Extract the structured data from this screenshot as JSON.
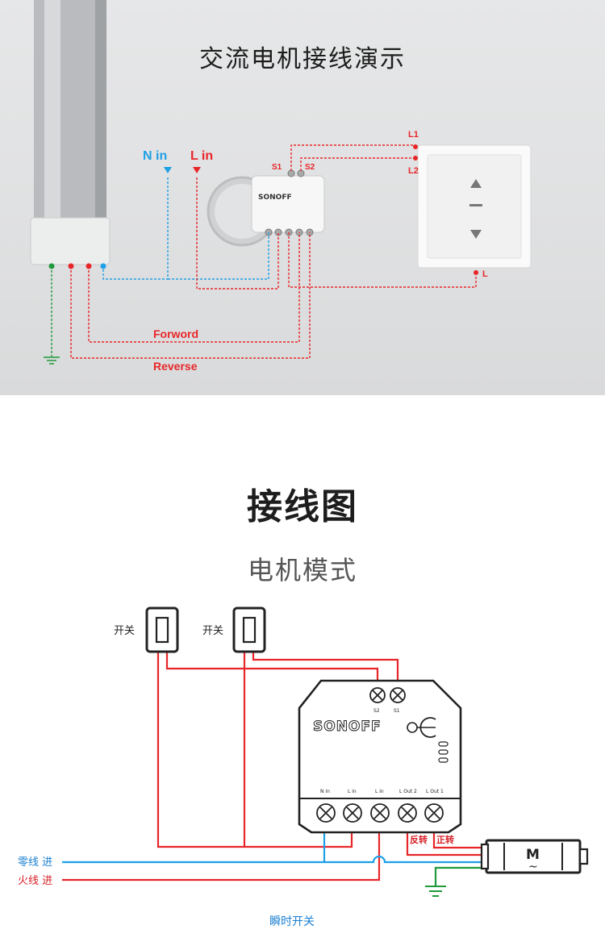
{
  "photo": {
    "title": "交流电机接线演示",
    "labels": {
      "n_in": "N in",
      "l_in": "L in",
      "s1": "S1",
      "s2": "S2",
      "l1": "L1",
      "l2": "L2",
      "l": "L",
      "forward": "Forword",
      "reverse": "Reverse"
    }
  },
  "diagram": {
    "title": "接线图",
    "subtitle": "电机模式",
    "switch1_label": "开关",
    "switch2_label": "开关",
    "brand": "SONOFF",
    "terminals_top": [
      "S2",
      "S1"
    ],
    "terminals_bottom": [
      "N in",
      "L in",
      "L in",
      "L Out 2",
      "L Out 1"
    ],
    "neutral_in": "零线 进",
    "live_in": "火线 进",
    "reverse": "反转",
    "forward": "正转",
    "motor": "M",
    "motor_symbol": "~",
    "caption": "瞬时开关"
  },
  "colors": {
    "red": "#e8262a",
    "blue": "#1ea0e6",
    "green": "#1f9a3c",
    "neutral_label": "#1a7fd1",
    "live_label": "#d61f26"
  }
}
